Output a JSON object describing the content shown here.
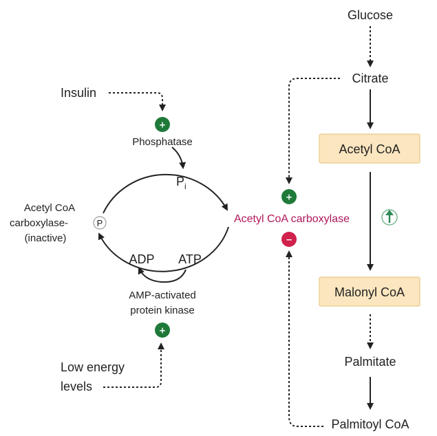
{
  "pathway": {
    "glucose": "Glucose",
    "citrate": "Citrate",
    "acetyl_coa": "Acetyl CoA",
    "malonyl_coa": "Malonyl CoA",
    "palmitate": "Palmitate",
    "palmitoyl_coa": "Palmitoyl CoA"
  },
  "regulation": {
    "insulin": "Insulin",
    "phosphatase": "Phosphatase",
    "pi_main": "P",
    "pi_sub": "i",
    "enzyme_active": "Acetyl CoA carboxylase",
    "inactive_line1": "Acetyl CoA",
    "inactive_line2": "carboxylase-",
    "inactive_phosphate": "P",
    "inactive_line3": "(inactive)",
    "adp": "ADP",
    "atp": "ATP",
    "kinase_line1": "AMP-activated",
    "kinase_line2": "protein kinase",
    "low_energy_line1": "Low energy",
    "low_energy_line2": "levels"
  },
  "badges": {
    "plus": "+",
    "minus": "−"
  },
  "colors": {
    "activator_green": "#1f7a3a",
    "inhibitor_red": "#d0204c",
    "enzyme_text": "#b0175a",
    "box_fill": "#fbe6bf",
    "up_arrow": "#2e8b57"
  }
}
